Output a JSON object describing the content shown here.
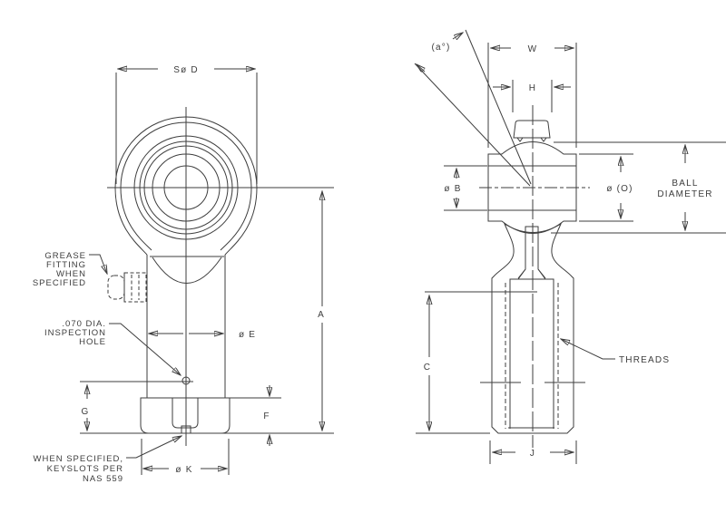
{
  "drawing": {
    "type": "rod-end-bearing-dimension-drawing",
    "colors": {
      "line": "#3e3e3e",
      "text": "#3c3c3c",
      "light_line": "#9a9a9a",
      "background": "#ffffff"
    },
    "front_view": {
      "dim_spherical_head": "Sø D",
      "grease_note": [
        "GREASE",
        "FITTING",
        "WHEN",
        "SPECIFIED"
      ],
      "inspection_note": [
        ".070 DIA.",
        "INSPECTION",
        "HOLE"
      ],
      "dim_shank_dia": "ø E",
      "dim_overall_length": "A",
      "dim_g": "G",
      "dim_f": "F",
      "dim_base_dia": "ø K",
      "keyslot_note": [
        "WHEN SPECIFIED,",
        "KEYSLOTS PER",
        "NAS 559"
      ]
    },
    "side_view": {
      "dim_misalignment_angle": "(a°)",
      "dim_head_width": "W",
      "dim_ball_width": "H",
      "dim_bore_dia": "ø B",
      "dim_race_dia": "ø (O)",
      "ball_diameter_note": [
        "BALL",
        "DIAMETER"
      ],
      "dim_thread_depth": "C",
      "threads_label": "THREADS",
      "dim_shank_od": "J"
    }
  }
}
